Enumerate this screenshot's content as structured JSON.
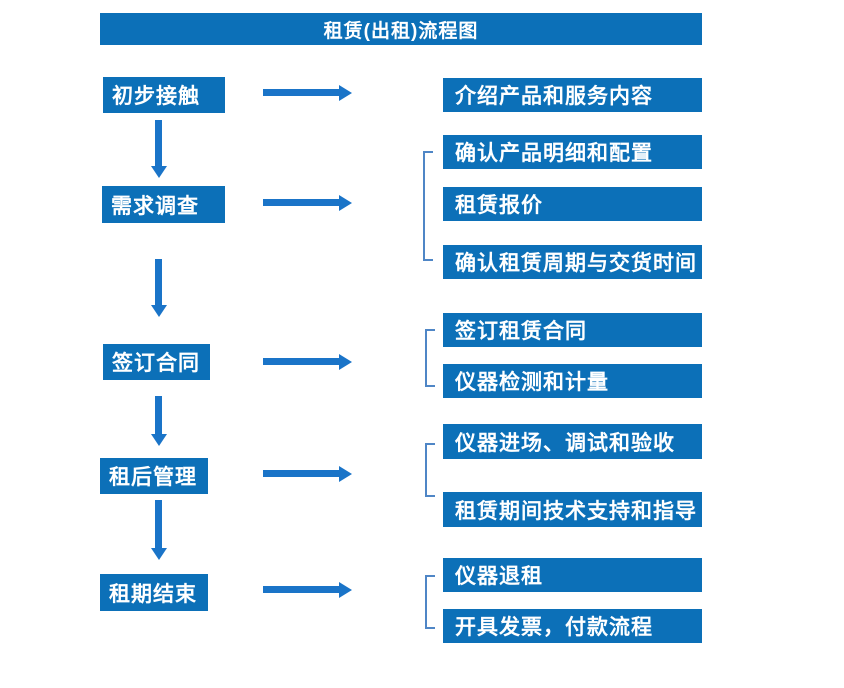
{
  "title": "租赁(出租)流程图",
  "colors": {
    "box_fill": "#0c70b8",
    "arrow_fill": "#1a74c8",
    "bracket_line": "#4f86c6",
    "text": "#ffffff",
    "background": "#ffffff"
  },
  "stages": [
    {
      "label": "初步接触",
      "details": [
        "介绍产品和服务内容"
      ]
    },
    {
      "label": "需求调查",
      "details": [
        "确认产品明细和配置",
        "租赁报价",
        "确认租赁周期与交货时间"
      ]
    },
    {
      "label": "签订合同",
      "details": [
        "签订租赁合同",
        "仪器检测和计量"
      ]
    },
    {
      "label": "租后管理",
      "details": [
        "仪器进场、调试和验收",
        "租赁期间技术支持和指导"
      ]
    },
    {
      "label": "租期结束",
      "details": [
        "仪器退租",
        "开具发票，付款流程"
      ]
    }
  ]
}
